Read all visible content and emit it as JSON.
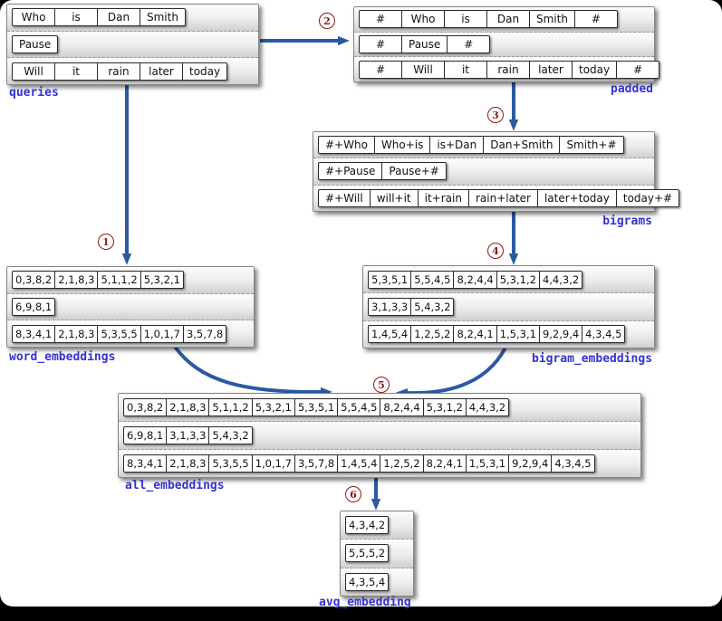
{
  "colors": {
    "arrow": "#2b5aa0",
    "label": "#3333cc",
    "step": "#8b1a1a"
  },
  "steps": [
    "1",
    "2",
    "3",
    "4",
    "5",
    "6"
  ],
  "panels": [
    {
      "id": "queries",
      "label": "queries",
      "rows": [
        [
          "Who",
          "is",
          "Dan",
          "Smith"
        ],
        [
          "Pause"
        ],
        [
          "Will",
          "it",
          "rain",
          "later",
          "today"
        ]
      ]
    },
    {
      "id": "padded",
      "label": "padded",
      "rows": [
        [
          "#",
          "Who",
          "is",
          "Dan",
          "Smith",
          "#"
        ],
        [
          "#",
          "Pause",
          "#"
        ],
        [
          "#",
          "Will",
          "it",
          "rain",
          "later",
          "today",
          "#"
        ]
      ]
    },
    {
      "id": "bigrams",
      "label": "bigrams",
      "rows": [
        [
          "#+Who",
          "Who+is",
          "is+Dan",
          "Dan+Smith",
          "Smith+#"
        ],
        [
          "#+Pause",
          "Pause+#"
        ],
        [
          "#+Will",
          "will+it",
          "it+rain",
          "rain+later",
          "later+today",
          "today+#"
        ]
      ]
    },
    {
      "id": "word_embeddings",
      "label": "word_embeddings",
      "rows": [
        [
          "0,3,8,2",
          "2,1,8,3",
          "5,1,1,2",
          "5,3,2,1"
        ],
        [
          "6,9,8,1"
        ],
        [
          "8,3,4,1",
          "2,1,8,3",
          "5,3,5,5",
          "1,0,1,7",
          "3,5,7,8"
        ]
      ]
    },
    {
      "id": "bigram_embeddings",
      "label": "bigram_embeddings",
      "rows": [
        [
          "5,3,5,1",
          "5,5,4,5",
          "8,2,4,4",
          "5,3,1,2",
          "4,4,3,2"
        ],
        [
          "3,1,3,3",
          "5,4,3,2"
        ],
        [
          "1,4,5,4",
          "1,2,5,2",
          "8,2,4,1",
          "1,5,3,1",
          "9,2,9,4",
          "4,3,4,5"
        ]
      ]
    },
    {
      "id": "all_embeddings",
      "label": "all_embeddings",
      "rows": [
        [
          "0,3,8,2",
          "2,1,8,3",
          "5,1,1,2",
          "5,3,2,1",
          "5,3,5,1",
          "5,5,4,5",
          "8,2,4,4",
          "5,3,1,2",
          "4,4,3,2"
        ],
        [
          "6,9,8,1",
          "3,1,3,3",
          "5,4,3,2"
        ],
        [
          "8,3,4,1",
          "2,1,8,3",
          "5,3,5,5",
          "1,0,1,7",
          "3,5,7,8",
          "1,4,5,4",
          "1,2,5,2",
          "8,2,4,1",
          "1,5,3,1",
          "9,2,9,4",
          "4,3,4,5"
        ]
      ]
    },
    {
      "id": "avg_embedding",
      "label": "avg_embedding",
      "rows": [
        [
          "4,3,4,2"
        ],
        [
          "5,5,5,2"
        ],
        [
          "4,3,5,4"
        ]
      ]
    }
  ]
}
